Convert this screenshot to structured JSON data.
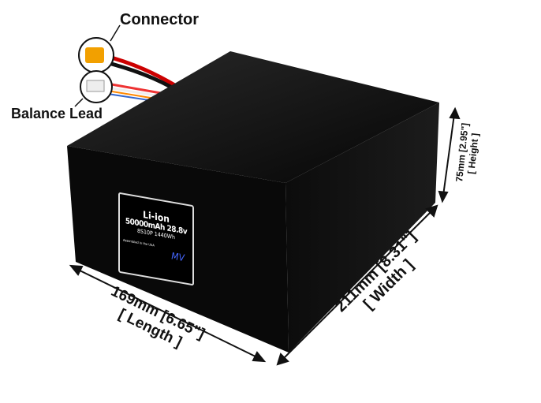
{
  "callouts": {
    "connector": "Connector",
    "balance_lead": "Balance Lead"
  },
  "label": {
    "chem": "Li-ion",
    "capacity": "50000mAh 28.8v",
    "config": "8S10P 1440Wh",
    "origin": "Assembled in the USA",
    "logo": "MV"
  },
  "dimensions": {
    "length": {
      "value": "169mm  [6.65\"]",
      "name": "[ Length ]"
    },
    "width": {
      "value": "211mm [8.31\"]",
      "name": "[ Width ]"
    },
    "height": {
      "value": "75mm [2.95\"]",
      "name": "[ Height ]"
    }
  },
  "colors": {
    "body": "#0a0a0a",
    "top": "#151515",
    "label_bg": "#000000"
  }
}
